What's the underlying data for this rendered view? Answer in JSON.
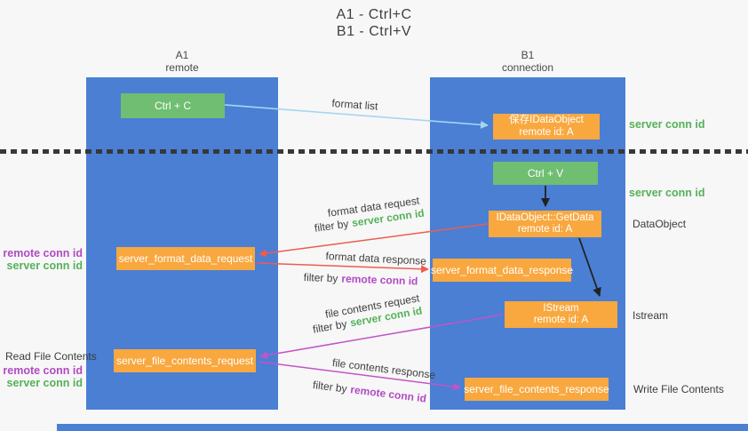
{
  "title": {
    "line1": "A1 - Ctrl+C",
    "line2": "B1 - Ctrl+V"
  },
  "columns": {
    "left": {
      "name": "A1",
      "subtitle": "remote"
    },
    "right": {
      "name": "B1",
      "subtitle": "connection"
    }
  },
  "nodes": {
    "ctrl_c": "Ctrl + C",
    "ctrl_v": "Ctrl + V",
    "save_dataobject": {
      "line1": "保存IDataObject",
      "line2": "remote id: A"
    },
    "getdata": {
      "line1": "IDataObject::GetData",
      "line2": "remote id: A"
    },
    "istream": {
      "line1": "IStream",
      "line2": "remote id: A"
    },
    "format_request": "server_format_data_request",
    "format_response": "server_format_data_response",
    "file_request": "server_file_contents_request",
    "file_response": "server_file_contents_response"
  },
  "labels": {
    "format_list": "format list",
    "format_data_request": "format data request",
    "format_data_response": "format data response",
    "file_contents_request": "file contents request",
    "file_contents_response": "file contents response",
    "filter_by": "filter by",
    "server_conn_id": "server conn id",
    "remote_conn_id": "remote conn id"
  },
  "annotations": {
    "server_conn_id_top": "server conn id",
    "server_conn_id_mid": "server conn id",
    "dataobject": "DataObject",
    "istream": "Istream",
    "write_file_contents": "Write File Contents",
    "read_file_contents": "Read File Contents",
    "remote_conn_id_1": "remote conn id",
    "server_conn_id_1": "server conn id",
    "remote_conn_id_2": "remote conn id",
    "server_conn_id_2": "server conn id"
  },
  "colors": {
    "column_blue": "#4a7fd4",
    "box_green": "#6fbe72",
    "box_orange": "#f8a83f",
    "arrow_light_blue": "#a6d5f2",
    "arrow_red": "#ee5c50",
    "arrow_purple": "#c254c8",
    "arrow_black": "#222222",
    "text_green": "#55b159",
    "text_purple": "#b24ac4",
    "text_dark": "#3f3f3f",
    "background": "#f7f7f7"
  }
}
